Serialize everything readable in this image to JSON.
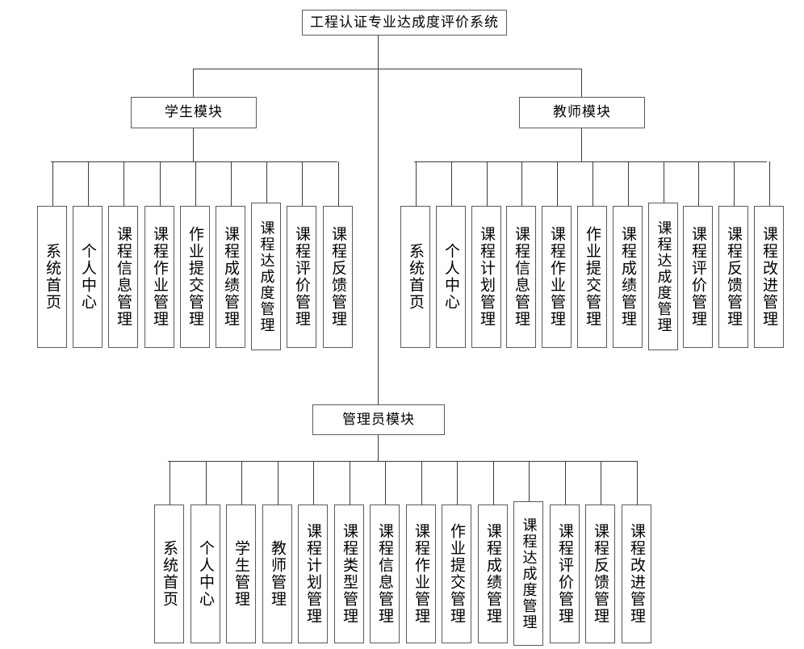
{
  "diagram": {
    "title": "工程认证专业达成度评价系统",
    "type": "tree",
    "root": {
      "label": "工程认证专业达成度评价系统",
      "name": "root-node"
    },
    "modules": [
      {
        "id": "student",
        "label": "学生模块",
        "items": [
          "系统首页",
          "个人中心",
          "课程信息管理",
          "课程作业管理",
          "作业提交管理",
          "课程成绩管理",
          "课程达成度管理",
          "课程评价管理",
          "课程反馈管理"
        ]
      },
      {
        "id": "teacher",
        "label": "教师模块",
        "items": [
          "系统首页",
          "个人中心",
          "课程计划管理",
          "课程信息管理",
          "课程作业管理",
          "作业提交管理",
          "课程成绩管理",
          "课程达成度管理",
          "课程评价管理",
          "课程反馈管理",
          "课程改进管理"
        ]
      },
      {
        "id": "admin",
        "label": "管理员模块",
        "items": [
          "系统首页",
          "个人中心",
          "学生管理",
          "教师管理",
          "课程计划管理",
          "课程类型管理",
          "课程信息管理",
          "课程作业管理",
          "作业提交管理",
          "课程成绩管理",
          "课程达成度管理",
          "课程评价管理",
          "课程反馈管理",
          "课程改进管理"
        ]
      }
    ],
    "colors": {
      "box_border": "#5a5a5a",
      "connector": "#3c3c3c",
      "background": "#ffffff",
      "text": "#000000"
    }
  }
}
